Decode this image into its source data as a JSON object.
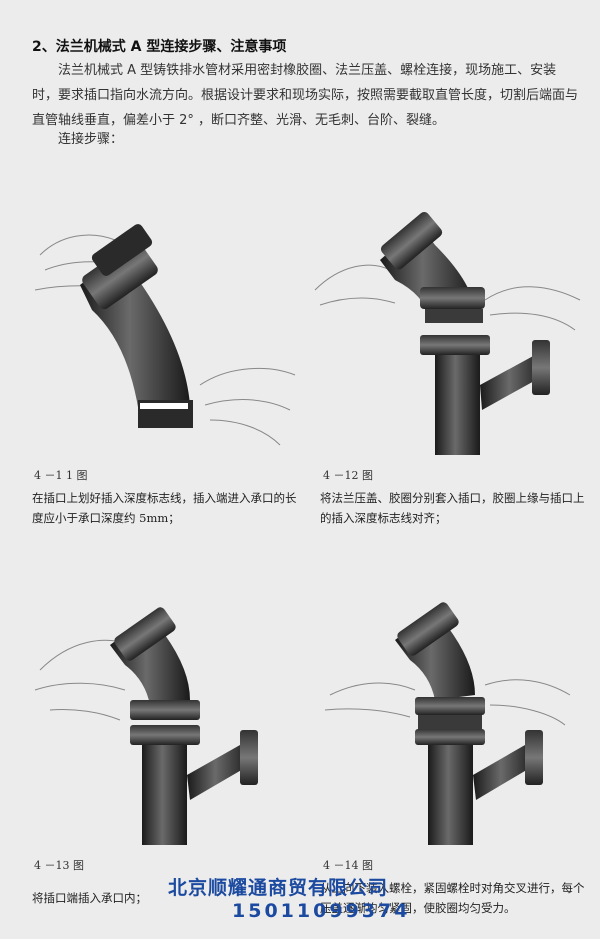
{
  "section": {
    "heading": "2、法兰机械式 A 型连接步骤、注意事项",
    "intro": "法兰机械式 A 型铸铁排水管材采用密封橡胶圈、法兰压盖、螺栓连接，现场施工、安装时，要求插口指向水流方向。根据设计要求和现场实际，按照需要截取直管长度，切割后端面与直管轴线垂直，偏差小于 2° ，断口齐整、光滑、无毛刺、台阶、裂缝。",
    "steps_label": "连接步骤："
  },
  "figures": [
    {
      "label": "4 －1 1 图",
      "caption": "在插口上划好插入深度标志线，插入端进入承口的长度应小于承口深度约 5mm；"
    },
    {
      "label": "4 －12 图",
      "caption": "将法兰压盖、胶圈分别套入插口，胶圈上缘与插口上的插入深度标志线对齐；"
    },
    {
      "label": "4 －13 图",
      "caption": "将插口端插入承口内；"
    },
    {
      "label": "4 －14 图",
      "caption": "从上向下装入螺栓，紧固螺栓时对角交叉进行，每个压盖逐渐均匀紧固，使胶圈均匀受力。"
    }
  ],
  "watermark": {
    "company": "北京顺耀通商贸有限公司",
    "phone": "15011099374"
  },
  "colors": {
    "pipe_dark": "#1a1a1a",
    "pipe_mid": "#555555",
    "watermark": "#1b4aa0",
    "background": "#ececec"
  }
}
